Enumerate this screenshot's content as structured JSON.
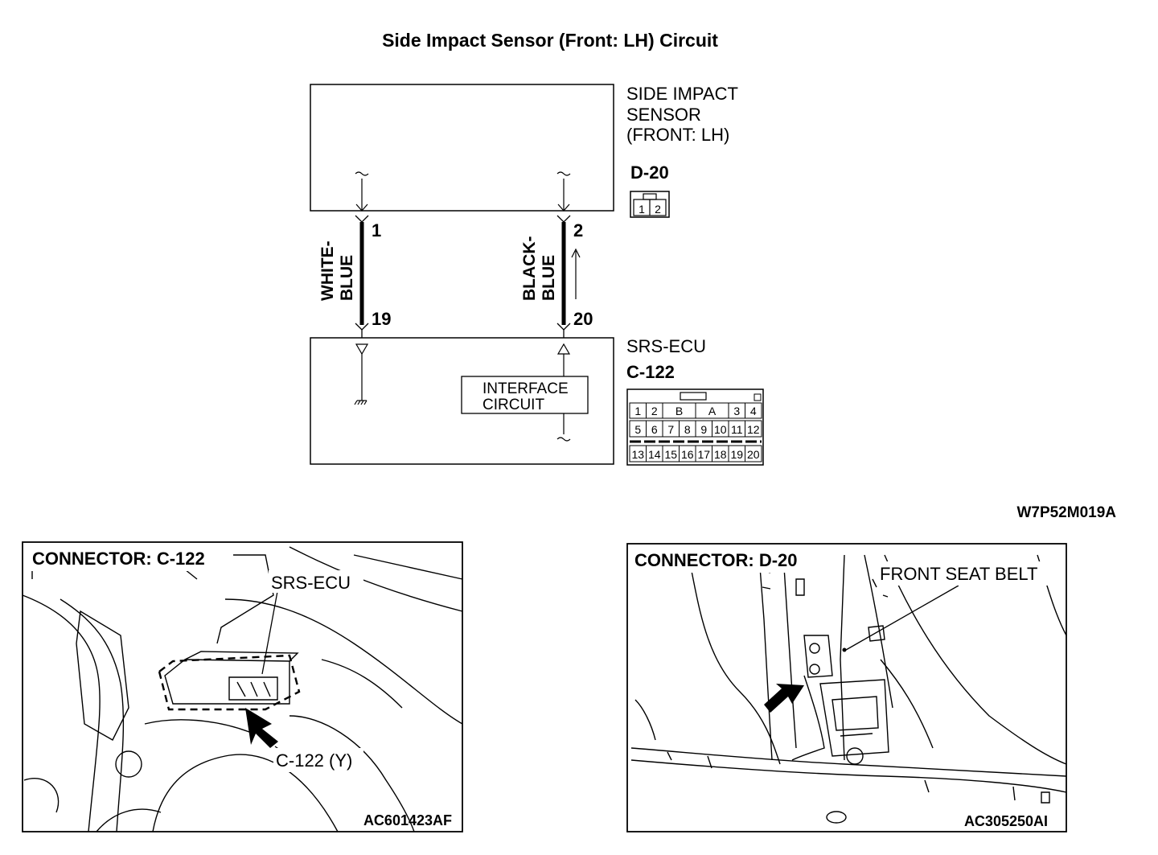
{
  "title": "Side Impact Sensor (Front: LH) Circuit",
  "sensor": {
    "label_lines": [
      "SIDE IMPACT",
      "SENSOR",
      "(FRONT: LH)"
    ],
    "connector": "D-20",
    "connector_pins": [
      "1",
      "2"
    ]
  },
  "wires": [
    {
      "color_lines": [
        "WHITE-",
        "BLUE"
      ],
      "sensor_pin": "1",
      "ecu_pin": "19"
    },
    {
      "color_lines": [
        "BLACK-",
        "BLUE"
      ],
      "sensor_pin": "2",
      "ecu_pin": "20"
    }
  ],
  "ecu": {
    "label": "SRS-ECU",
    "connector": "C-122",
    "interface_lines": [
      "INTERFACE",
      "CIRCUIT"
    ],
    "connector_pins_row1": [
      "1",
      "2",
      "B",
      "A",
      "3",
      "4"
    ],
    "connector_pins_row2": [
      "5",
      "6",
      "7",
      "8",
      "9",
      "10",
      "11",
      "12"
    ],
    "connector_pins_row3": [
      "13",
      "14",
      "15",
      "16",
      "17",
      "18",
      "19",
      "20"
    ]
  },
  "diagram_code": "W7P52M019A",
  "photo_left": {
    "heading": "CONNECTOR: C-122",
    "callout_ecu": "SRS-ECU",
    "callout_connector": "C-122 (Y)",
    "code": "AC601423AF"
  },
  "photo_right": {
    "heading": "CONNECTOR: D-20",
    "callout": "FRONT SEAT BELT",
    "code": "AC305250AI"
  }
}
